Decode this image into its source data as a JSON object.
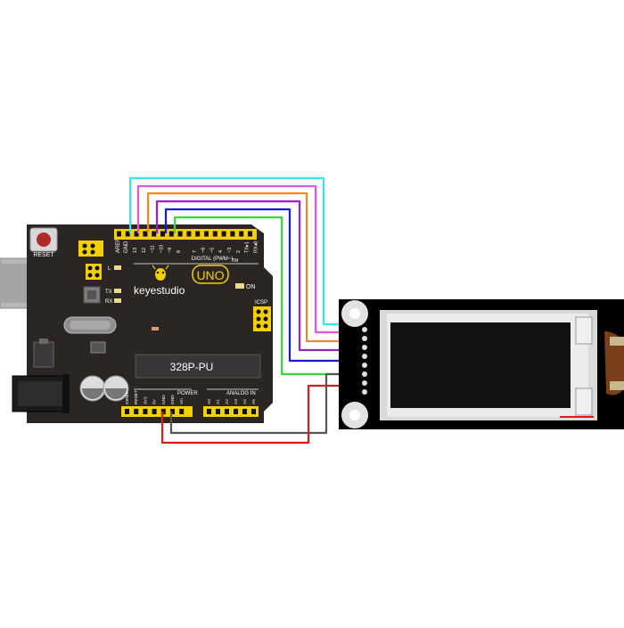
{
  "board": {
    "brand": "keyestudio",
    "model": "UNO",
    "tm": "TM",
    "chip": "328P-PU",
    "reset_label": "RESET",
    "aref": "AREF",
    "gnd": "GND",
    "digital_label": "DIGITAL (PWM~)",
    "digital_pins": [
      "13",
      "12",
      "~11",
      "~10",
      "~9",
      "8",
      "7",
      "~6",
      "~5",
      "4",
      "~3",
      "2",
      "TX▸1",
      "RX◂0"
    ],
    "led_l": "L",
    "led_tx": "TX",
    "led_rx": "RX",
    "on_label": "ON",
    "icsp_label": "ICSP",
    "power_label": "POWER",
    "analog_label": "ANALOG IN",
    "power_pins": [
      "IOREF",
      "RESET",
      "3V3",
      "5V",
      "GND",
      "GND",
      "Vin"
    ],
    "analog_pins": [
      "A0",
      "A1",
      "A2",
      "A3",
      "A4",
      "A5"
    ]
  },
  "colors": {
    "board": "#2b2523",
    "header": "#f5d000",
    "wire_cyan": "#33e6ee",
    "wire_magenta": "#e84fe8",
    "wire_orange": "#f08a1c",
    "wire_purple": "#9b1ed0",
    "wire_blue": "#1818d8",
    "wire_green": "#38d838",
    "wire_gray": "#555555",
    "wire_red": "#e01818",
    "screen": "#111111",
    "bezel": "#d9d9d9"
  }
}
